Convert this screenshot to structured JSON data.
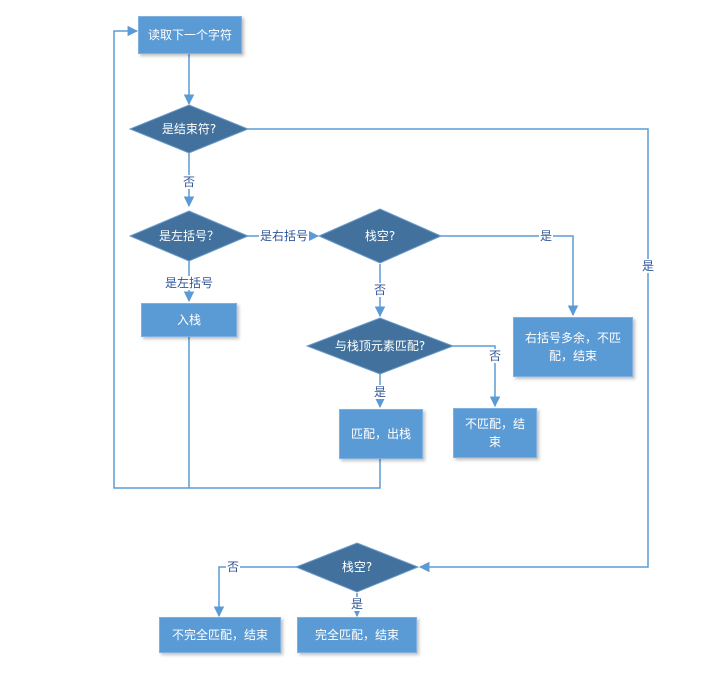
{
  "nodes": {
    "read_next": "读取下一个字符",
    "is_end": "是结束符?",
    "is_left": "是左括号？",
    "push": "入栈",
    "stack_empty_1": "栈空?",
    "match_top": "与栈顶元素匹配?",
    "match_pop": "匹配，出栈",
    "no_match_end": "不匹配，结束",
    "extra_right": "右括号多余，不匹配，结束",
    "stack_empty_2": "栈空?",
    "partial_match": "不完全匹配，结束",
    "full_match": "完全匹配，结束"
  },
  "edges": {
    "is_end_no": "否",
    "is_end_yes": "是",
    "is_left_yes": "是左括号",
    "is_right": "是右括号",
    "stack_empty_1_yes": "是",
    "stack_empty_1_no": "否",
    "match_yes": "是",
    "match_no": "否",
    "stack_empty_2_no": "否",
    "stack_empty_2_yes": "是"
  },
  "colors": {
    "process_fill": "#5b9bd5",
    "decision_fill": "#41719c",
    "line": "#5b9bd5",
    "edge_label": "#2f5597"
  }
}
